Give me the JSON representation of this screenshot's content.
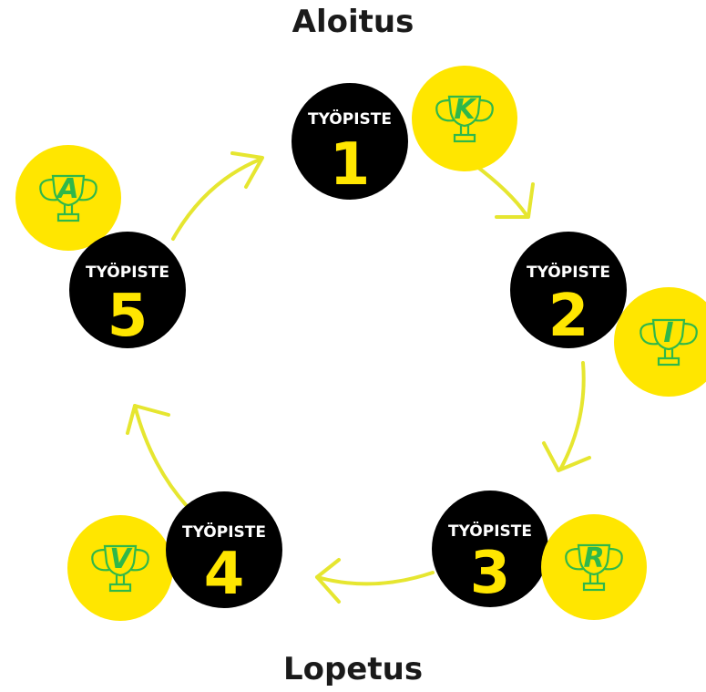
{
  "title_start": "Aloitus",
  "title_end": "Lopetus",
  "colors": {
    "station": "#000000",
    "accent": "#ffe600",
    "arrow": "#e6e630",
    "trophy_line": "#2fb84a"
  },
  "stations": [
    {
      "label": "TYÖPISTE",
      "number": "1",
      "letter": "K"
    },
    {
      "label": "TYÖPISTE",
      "number": "2",
      "letter": "I"
    },
    {
      "label": "TYÖPISTE",
      "number": "3",
      "letter": "R"
    },
    {
      "label": "TYÖPISTE",
      "number": "4",
      "letter": "V"
    },
    {
      "label": "TYÖPISTE",
      "number": "5",
      "letter": "A"
    }
  ]
}
